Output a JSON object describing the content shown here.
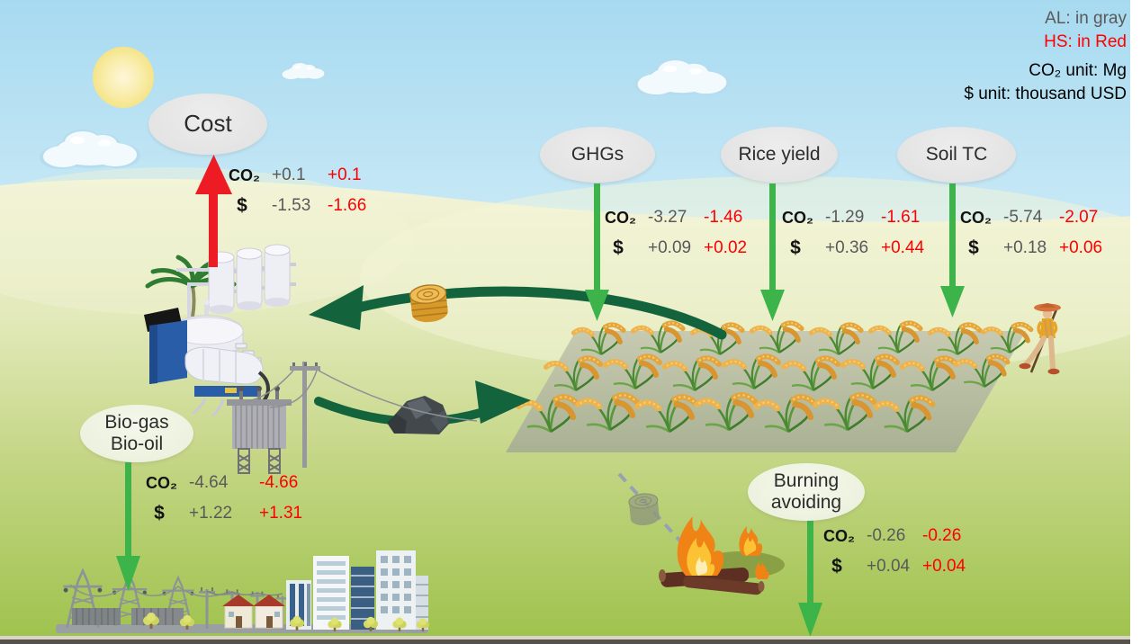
{
  "legend": {
    "al": "AL: in gray",
    "hs": "HS: in Red",
    "co2_unit": "CO₂ unit: Mg",
    "usd_unit": "$ unit: thousand USD"
  },
  "units": {
    "co2_label": "CO₂",
    "usd_label": "$"
  },
  "colors": {
    "al_gray": "#595959",
    "hs_red": "#fe0000",
    "flow_arrow_green": "#3cb44a",
    "cost_arrow_red": "#ed1c24",
    "cycle_dark_green": "#13643c"
  },
  "nodes": {
    "cost": {
      "label": "Cost",
      "co2": {
        "al": "+0.1",
        "hs": "+0.1"
      },
      "usd": {
        "al": "-1.53",
        "hs": "-1.66"
      }
    },
    "ghgs": {
      "label": "GHGs",
      "co2": {
        "al": "-3.27",
        "hs": "-1.46"
      },
      "usd": {
        "al": "+0.09",
        "hs": "+0.02"
      }
    },
    "rice_yield": {
      "label": "Rice yield",
      "co2": {
        "al": "-1.29",
        "hs": "-1.61"
      },
      "usd": {
        "al": "+0.36",
        "hs": "+0.44"
      }
    },
    "soil_tc": {
      "label": "Soil TC",
      "co2": {
        "al": "-5.74",
        "hs": "-2.07"
      },
      "usd": {
        "al": "+0.18",
        "hs": "+0.06"
      }
    },
    "biogas": {
      "label_line1": "Bio-gas",
      "label_line2": "Bio-oil",
      "co2": {
        "al": "-4.64",
        "hs": "-4.66"
      },
      "usd": {
        "al": "+1.22",
        "hs": "+1.31"
      }
    },
    "burning": {
      "label_line1": "Burning",
      "label_line2": "avoiding",
      "co2": {
        "al": "-0.26",
        "hs": "-0.26"
      },
      "usd": {
        "al": "+0.04",
        "hs": "+0.04"
      }
    }
  },
  "illustrations": {
    "sun": "sun-icon",
    "clouds": "cloud-icons",
    "factory": "biorefinery-plant",
    "rice_field": "rice-paddy-field",
    "farmer": "farmer-figure",
    "straw_bale": "straw-bale-icon",
    "biochar": "biochar-rocks-icon",
    "fire": "straw-burning-fire",
    "city": "city-and-power-grid",
    "cycle": "biomass-recycle-arrows"
  }
}
